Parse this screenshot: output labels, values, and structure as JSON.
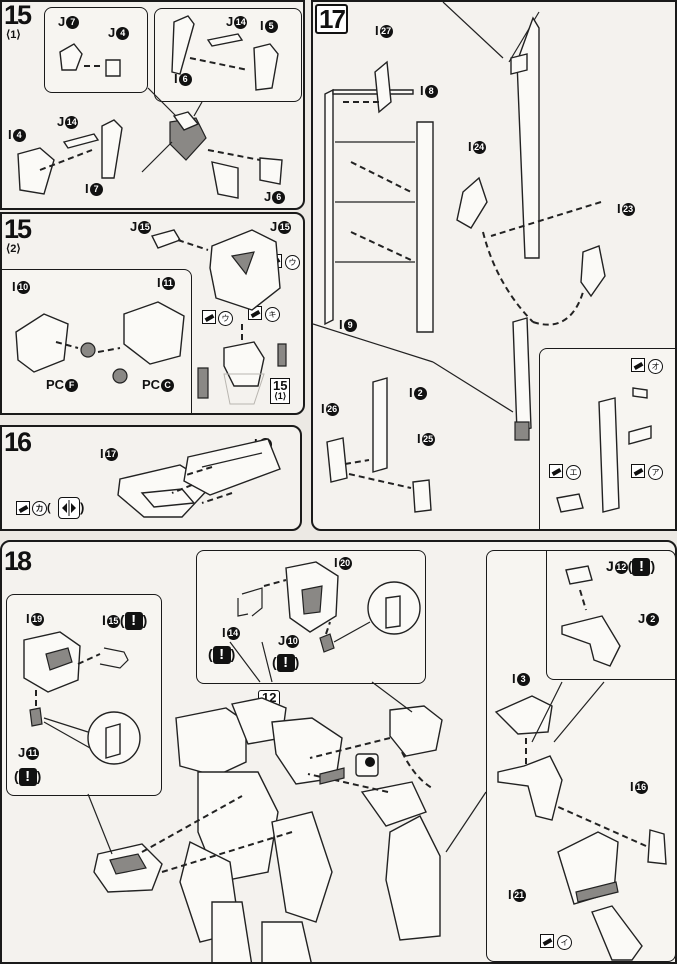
{
  "steps": {
    "s15_1": {
      "num": "15",
      "sub": "⟨1⟩"
    },
    "s15_2": {
      "num": "15",
      "sub": "⟨2⟩"
    },
    "s16": {
      "num": "16"
    },
    "s17": {
      "num": "17"
    },
    "s18": {
      "num": "18"
    }
  },
  "labels": {
    "j7": "J",
    "j7c": "7",
    "j4": "J",
    "j4c": "4",
    "j14a": "J",
    "j14ac": "14",
    "i5": "I",
    "i5c": "5",
    "i6": "I",
    "i6c": "6",
    "i4": "I",
    "i4c": "4",
    "j14b": "J",
    "j14bc": "14",
    "i7": "I",
    "i7c": "7",
    "j6": "J",
    "j6c": "6",
    "j15a": "J",
    "j15ac": "15",
    "j15b": "J",
    "j15bc": "15",
    "i10": "I",
    "i10c": "10",
    "i11": "I",
    "i11c": "11",
    "pcf": "PC",
    "pcfc": "F",
    "pcc": "PC",
    "pccc": "C",
    "i17": "I",
    "i17c": "17",
    "i18": "I",
    "i18c": "18",
    "i27": "I",
    "i27c": "27",
    "i8": "I",
    "i8c": "8",
    "i24": "I",
    "i24c": "24",
    "i23": "I",
    "i23c": "23",
    "i9": "I",
    "i9c": "9",
    "i2": "I",
    "i2c": "2",
    "i26": "I",
    "i26c": "26",
    "i25": "I",
    "i25c": "25",
    "i20": "I",
    "i20c": "20",
    "i14": "I",
    "i14c": "14",
    "j10": "J",
    "j10c": "10",
    "i19": "I",
    "i19c": "19",
    "i15": "I",
    "i15c": "15",
    "j11": "J",
    "j11c": "11",
    "j12": "J",
    "j12c": "12",
    "j2": "J",
    "j2c": "2",
    "i3": "I",
    "i3c": "3",
    "i16": "I",
    "i16c": "16",
    "i21": "I",
    "i21c": "21"
  },
  "marks": {
    "ka": "カ",
    "u1": "ウ",
    "ki": "キ",
    "u2": "ウ",
    "o": "オ",
    "e": "エ",
    "a": "ア",
    "i": "イ"
  },
  "refs": {
    "r15_1_num": "15",
    "r15_1_sub": "⟨1⟩",
    "r12": "12"
  },
  "warn_symbol": "!",
  "bracket_open": "(",
  "bracket_close": ")"
}
